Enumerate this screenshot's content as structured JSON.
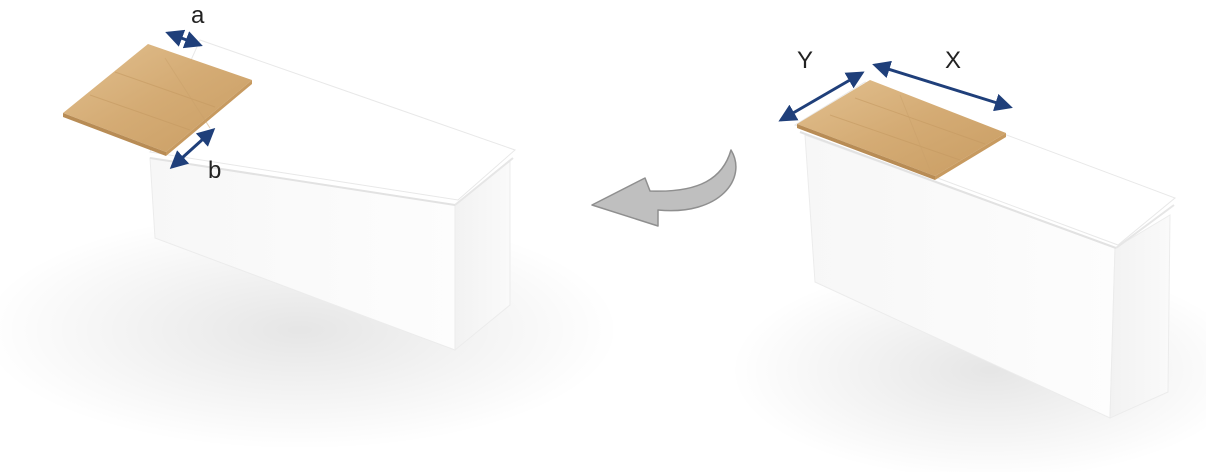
{
  "scene_left": {
    "label_a": "a",
    "label_b": "b",
    "cabinet_color": "#ffffff",
    "board_color": "#d8b27e"
  },
  "scene_right": {
    "label_y": "Y",
    "label_x": "X",
    "cabinet_color": "#ffffff",
    "board_color": "#d8b27e"
  },
  "rotation_arrow": {
    "color": "#bfbfbf",
    "direction": "counter-clockwise"
  },
  "dimension_arrow_color": "#1f3f7a",
  "icons": [
    "double-arrow",
    "curved-rotate-arrow"
  ]
}
